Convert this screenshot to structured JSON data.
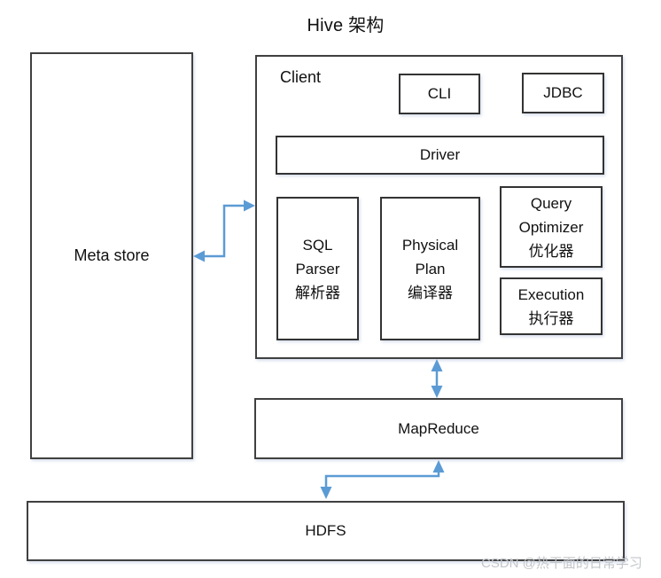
{
  "title": "Hive 架构",
  "watermark": "CSDN @热干面的日常学习",
  "colors": {
    "arrow": "#5b9bd5",
    "box_border": "#333333",
    "outer_box_border": "#404040",
    "text": "#111111",
    "watermark": "#c3c6ca",
    "background": "#ffffff"
  },
  "diagram": {
    "meta_store": {
      "label": "Meta store"
    },
    "client": {
      "label": "Client",
      "cli": {
        "label": "CLI"
      },
      "jdbc": {
        "label": "JDBC"
      },
      "driver": {
        "label": "Driver"
      },
      "sql_parser": {
        "line1": "SQL",
        "line2": "Parser",
        "line3": "解析器"
      },
      "physical_plan": {
        "line1": "Physical",
        "line2": "Plan",
        "line3": "编译器"
      },
      "query_optimizer": {
        "line1": "Query",
        "line2": "Optimizer",
        "line3": "优化器"
      },
      "execution": {
        "line1": "Execution",
        "line2": "执行器"
      }
    },
    "mapreduce": {
      "label": "MapReduce"
    },
    "hdfs": {
      "label": "HDFS"
    },
    "connections": [
      {
        "from": "meta_store",
        "to": "client",
        "type": "bidirectional-elbow"
      },
      {
        "from": "client",
        "to": "mapreduce",
        "type": "bidirectional-straight"
      },
      {
        "from": "mapreduce",
        "to": "hdfs",
        "type": "bidirectional-elbow"
      }
    ]
  }
}
